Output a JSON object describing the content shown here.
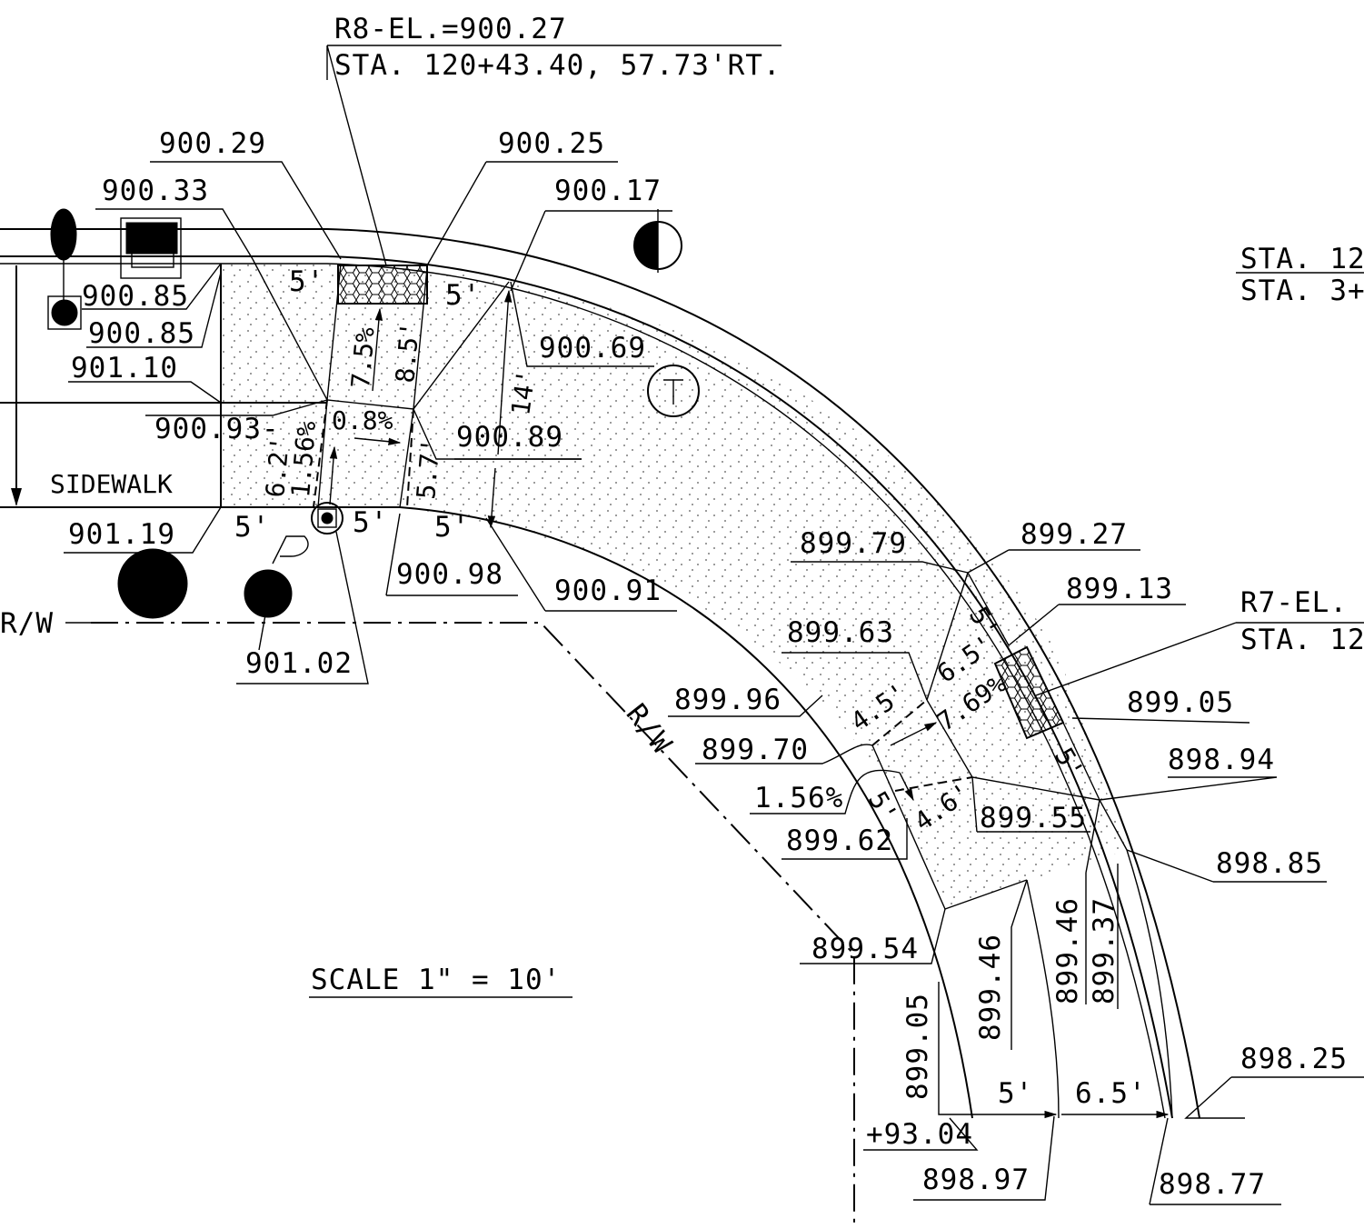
{
  "drawing": {
    "scale_note": "SCALE 1\" = 10'",
    "r8_title": "R8-EL.=900.27",
    "r8_station": "STA. 120+43.40, 57.73'RT.",
    "r7_title": "R7-EL.",
    "r7_station": "STA. 12",
    "sta_right_1": "STA. 12",
    "sta_right_2": "STA. 3+",
    "sidewalk": "SIDEWALK",
    "rw_left": "R/W",
    "rw_diag": "R/W",
    "station_offset": "+93.04",
    "elevations": {
      "e900_29": "900.29",
      "e900_33": "900.33",
      "e900_25": "900.25",
      "e900_17": "900.17",
      "e900_85a": "900.85",
      "e900_85b": "900.85",
      "e901_10": "901.10",
      "e900_69": "900.69",
      "e900_93": "900.93-",
      "e900_89": "900.89",
      "e901_19": "901.19",
      "e900_98": "900.98",
      "e900_91": "900.91",
      "e901_02": "901.02",
      "e899_79": "899.79",
      "e899_27": "899.27",
      "e899_13": "899.13",
      "e899_63": "899.63",
      "e899_96": "899.96",
      "e899_05a": "899.05",
      "e899_70": "899.70",
      "e898_94": "898.94",
      "e899_55": "899.55",
      "e899_62": "899.62",
      "e898_85": "898.85",
      "e899_54": "899.54",
      "e899_46a": "899.46",
      "e899_46b": "899.46",
      "e899_37": "899.37",
      "e899_05b": "899.05",
      "e898_25": "898.25",
      "e898_97": "898.97",
      "e898_77": "898.77"
    },
    "dims": {
      "d5_top_left": "5'",
      "d5_top_mid": "5'",
      "d7_5pct": "7.5%",
      "d8_5": "8.5'",
      "d14": "14'",
      "d0_8pct": "0.8%",
      "d1_56pct_left": "1.56%",
      "d6_2": "6.2'",
      "d5_7": "5.7'",
      "d5_bot_a": "5'",
      "d5_bot_b": "5'",
      "d5_bot_c": "5'",
      "d5_ramp_a": "5'",
      "d6_5_ramp": "6.5'",
      "d4_5": "4.5'",
      "d7_69pct": "7.69%",
      "d5_ramp_b": "5'",
      "d1_56pct": "1.56%",
      "d5_ramp_c": "5'",
      "d4_6": "4.6'",
      "d5_bottom": "5'",
      "d6_5_bottom": "6.5'"
    }
  }
}
